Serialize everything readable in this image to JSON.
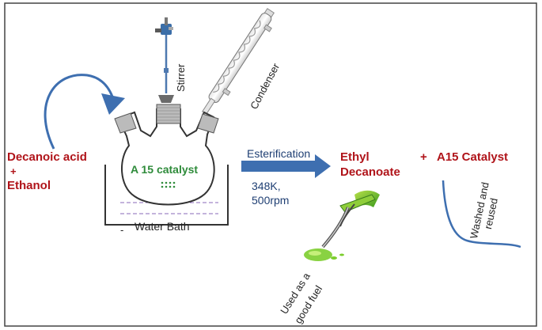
{
  "reactants": {
    "line1": "Decanoic acid",
    "plus": "+",
    "line2": "Ethanol"
  },
  "apparatus": {
    "stirrer": "Stirrer",
    "condenser": "Condenser",
    "flask_label": "A 15 catalyst",
    "bath": "Water Bath",
    "bath_mark": "-"
  },
  "reaction": {
    "process": "Esterification",
    "conditions_line1": "348K,",
    "conditions_line2": "500rpm"
  },
  "products": {
    "ester_line1": "Ethyl",
    "ester_line2": "Decanoate",
    "plus": "+",
    "catalyst": "A15 Catalyst"
  },
  "notes": {
    "recycle_line1": "Washed and",
    "recycle_line2": "reused",
    "fuel_line1": "Used as a",
    "fuel_line2": "good fuel"
  },
  "colors": {
    "reactant_text": "#b0141a",
    "process_text": "#1f3f73",
    "catalyst_text": "#2e8b3a",
    "arrow": "#3e6fb0",
    "outline": "#333333"
  }
}
